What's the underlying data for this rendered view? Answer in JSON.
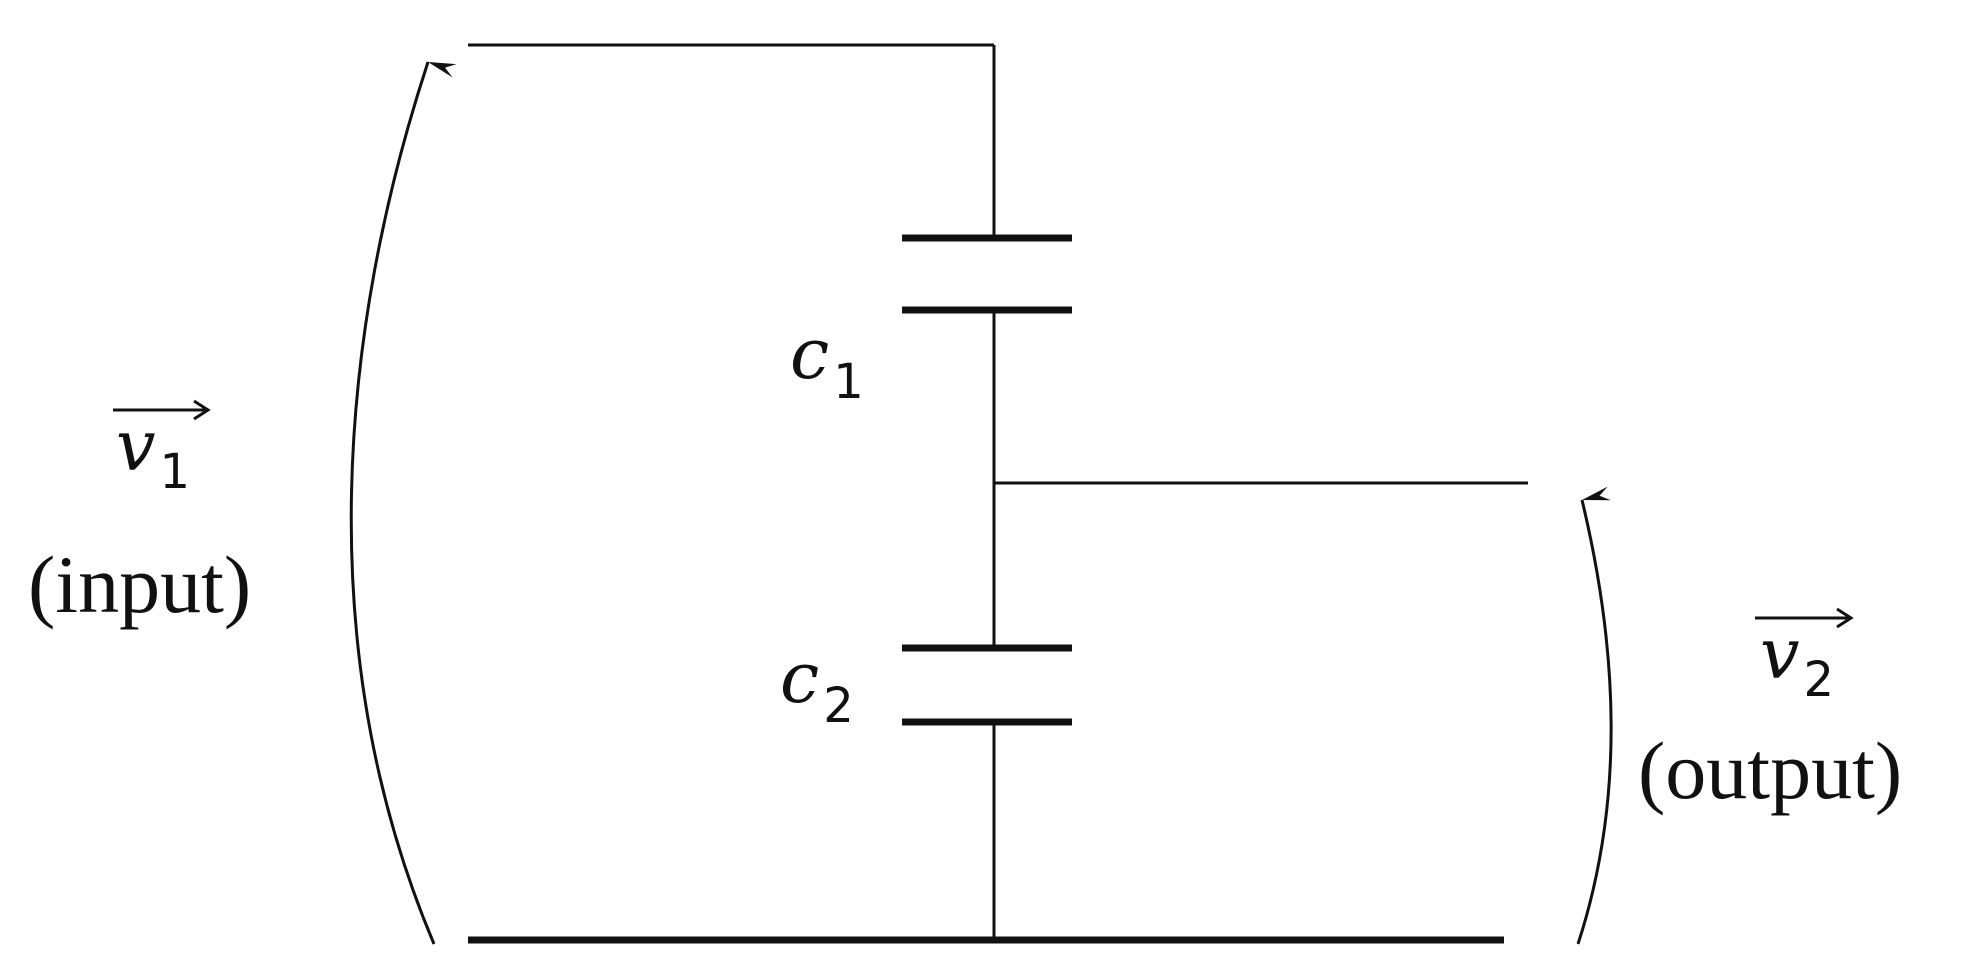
{
  "diagram": {
    "capacitors": [
      {
        "symbol": "c",
        "subscript": "1"
      },
      {
        "symbol": "c",
        "subscript": "2"
      }
    ],
    "voltages": [
      {
        "symbol": "v",
        "subscript": "1",
        "description": "(input)"
      },
      {
        "symbol": "v",
        "subscript": "2",
        "description": "(output)"
      }
    ],
    "colors": {
      "line": "#111111",
      "background": "#ffffff"
    }
  }
}
